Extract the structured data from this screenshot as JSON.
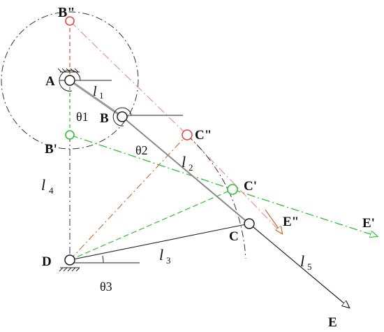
{
  "labels": {
    "B2": "B\"",
    "A": "A",
    "l1": "l",
    "l1_sub": "1",
    "theta1": "θ1",
    "B": "B",
    "theta2": "θ2",
    "C2": "C\"",
    "B1": "B'",
    "l2": "l",
    "l2_sub": "2",
    "l4": "l",
    "l4_sub": "4",
    "C1": "C'",
    "E2": "E\"",
    "E1": "E'",
    "C": "C",
    "D": "D",
    "l3": "l",
    "l3_sub": "3",
    "l5": "l",
    "l5_sub": "5",
    "theta3": "θ3",
    "E": "E"
  },
  "colors": {
    "black": "#222222",
    "gray": "#808080",
    "red": "#e8473f",
    "salmon": "#e8958c",
    "green": "#2ec02e",
    "orange": "#c86a2a"
  }
}
